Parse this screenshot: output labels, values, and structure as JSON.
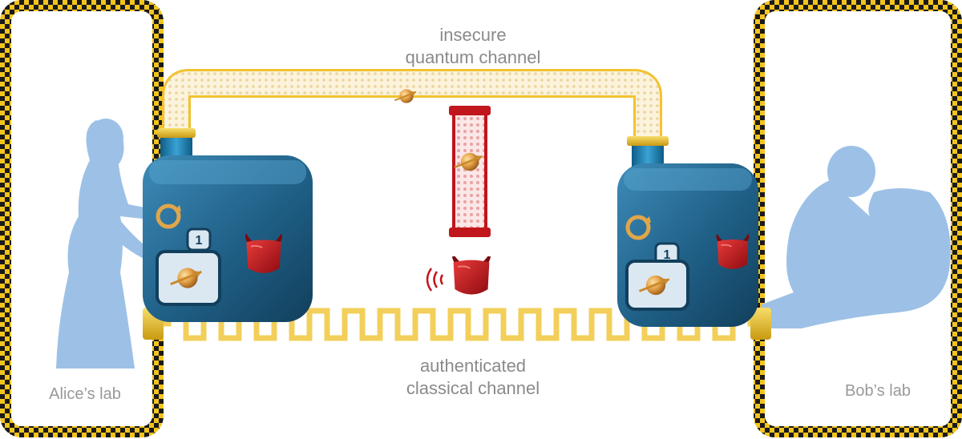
{
  "quantum_channel": {
    "line1": "insecure",
    "line2": "quantum channel"
  },
  "classical_channel": {
    "line1": "authenticated",
    "line2": "classical channel"
  },
  "labs": {
    "alice": "Alice’s lab",
    "bob": "Bob’s lab"
  },
  "devices": {
    "alice_counter": "1",
    "bob_counter": "1"
  },
  "colors": {
    "lab_border_dark": "#1a1a1a",
    "lab_border_light": "#f4c41e",
    "device_body": "#1f5f86",
    "channel_gold": "#f2c230",
    "eavesdropper_red": "#c0161c",
    "silhouette": "#9dc1e6"
  }
}
